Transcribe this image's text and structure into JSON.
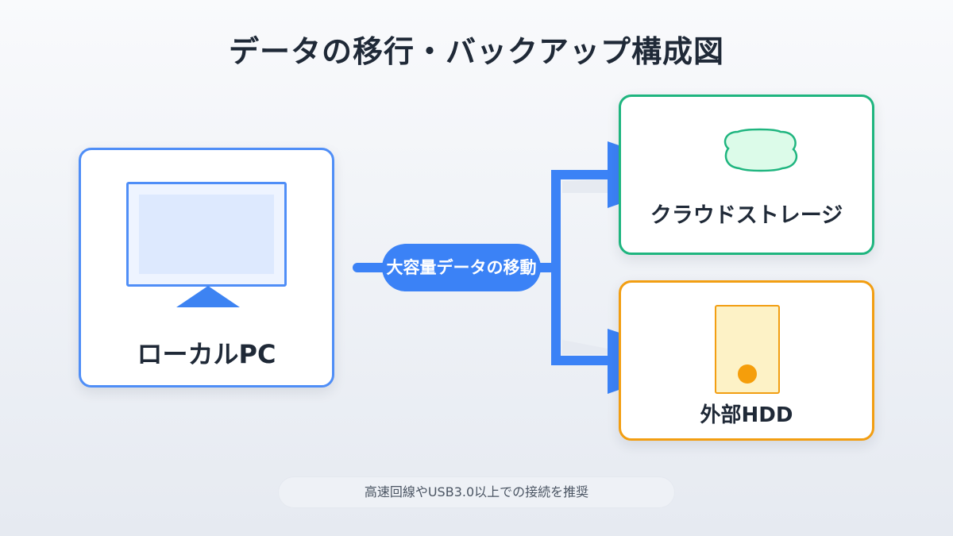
{
  "title": "データの移行・バックアップ構成図",
  "nodes": {
    "local": {
      "label": "ローカルPC"
    },
    "cloud": {
      "label": "クラウドストレージ"
    },
    "hdd": {
      "label": "外部HDD"
    }
  },
  "connector": {
    "label": "大容量データの移動"
  },
  "footnote": "高速回線やUSB3.0以上での接続を推奨",
  "icons": {
    "local": "monitor-icon",
    "cloud": "cloud-icon",
    "hdd": "hard-drive-icon"
  },
  "colors": {
    "local_border": "#4f8ef7",
    "cloud_border": "#1fb57f",
    "hdd_border": "#f29e12",
    "arrow": "#3b82f6",
    "cloud_fill": "#dcfbe9",
    "hdd_fill": "#fdf2c6"
  }
}
